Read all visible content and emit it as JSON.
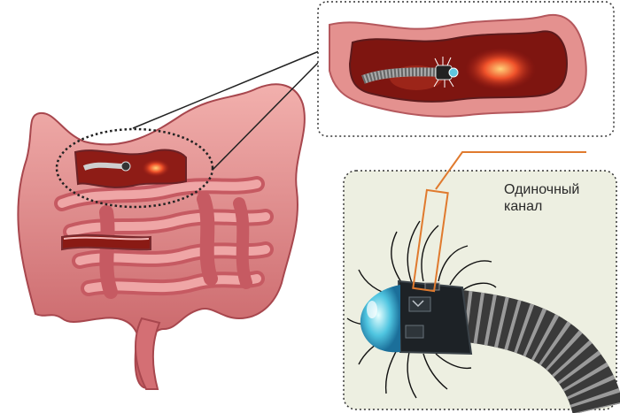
{
  "label": {
    "line1": "Одиночный",
    "line2": "канал"
  },
  "colors": {
    "intestine": "#d9787a",
    "intestine_dark": "#b24f55",
    "lumen": "#9a1a14",
    "callout_line": "#e07a2e",
    "panel_bg": "#edefe1"
  },
  "icons": [
    "intestine-illustration",
    "robot-capsule-icon",
    "tether-tube-icon"
  ]
}
